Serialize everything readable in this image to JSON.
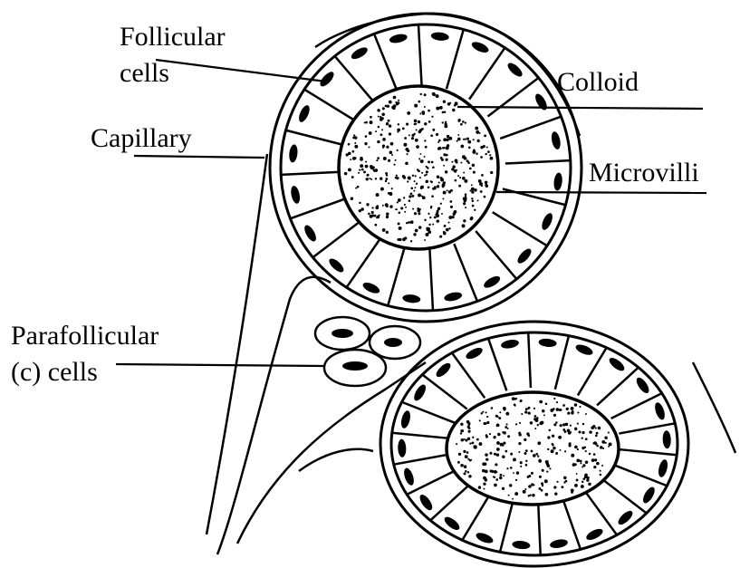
{
  "labels": {
    "follicular_line1": "Follicular",
    "follicular_line2": "cells",
    "colloid": "Colloid",
    "capillary": "Capillary",
    "microvilli": "Microvilli",
    "parafollicular_line1": "Parafollicular",
    "parafollicular_line2": "(c) cells"
  },
  "colors": {
    "ink": "#000000",
    "background": "#ffffff"
  }
}
